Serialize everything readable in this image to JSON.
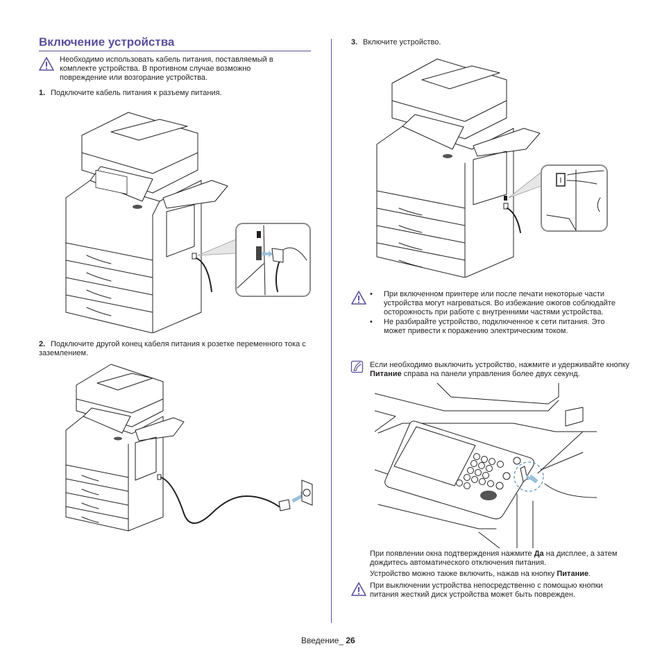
{
  "page": {
    "title": "Включение устройства",
    "footer": {
      "section": "Введение_ ",
      "page_number": "26"
    },
    "colors": {
      "accent": "#5b4f9b",
      "text": "#231f20",
      "callout_border": "#8c8c8c",
      "arrow": "#9cc2dc"
    }
  },
  "left_column": {
    "warning_1": {
      "icon": "warning-triangle-icon",
      "text": "Необходимо использовать кабель питания, поставляемый в комплекте устройства. В противном случае возможно повреждение или возгорание устройства."
    },
    "steps": [
      {
        "number": "1.",
        "text": "Подключите кабель питания к разъему питания.",
        "illustration": "printer-power-cord-connector"
      },
      {
        "number": "2.",
        "text": "Подключите другой конец кабеля питания к розетке переменного тока с заземлением.",
        "illustration": "printer-plug-to-wall-outlet"
      }
    ]
  },
  "right_column": {
    "step_3": {
      "number": "3.",
      "text": "Включите устройство.",
      "illustration": "printer-power-switch"
    },
    "warning_2": {
      "icon": "warning-triangle-icon",
      "bullets": [
        "При включенном принтере или после печати некоторые части устройства могут нагреваться. Во избежание ожогов соблюдайте осторожность при работе с внутренними частями устройства.",
        "Не разбирайте устройство, подключенное к сети питания. Это может привести к поражению электрическим током."
      ],
      "bullet_char": "•"
    },
    "note": {
      "icon": "note-pencil-icon",
      "text_before": "Если необходимо выключить устройство, нажмите и удерживайте кнопку ",
      "bold": "Питание",
      "text_after": " справа на панели управления более двух секунд.",
      "illustration": "control-panel-power-button"
    },
    "confirm_text": {
      "line1_before": "При появлении окна подтверждения нажмите ",
      "line1_bold": "Да",
      "line1_after": " на дисплее, а затем дождитесь автоматического отключения питания.",
      "line2_before": "Устройство можно также включить, нажав на кнопку ",
      "line2_bold": "Питание",
      "line2_after": "."
    },
    "warning_3": {
      "icon": "warning-triangle-icon",
      "text": "При выключении устройства непосредственно с помощью кнопки питания жесткий диск устройства может быть поврежден."
    }
  }
}
